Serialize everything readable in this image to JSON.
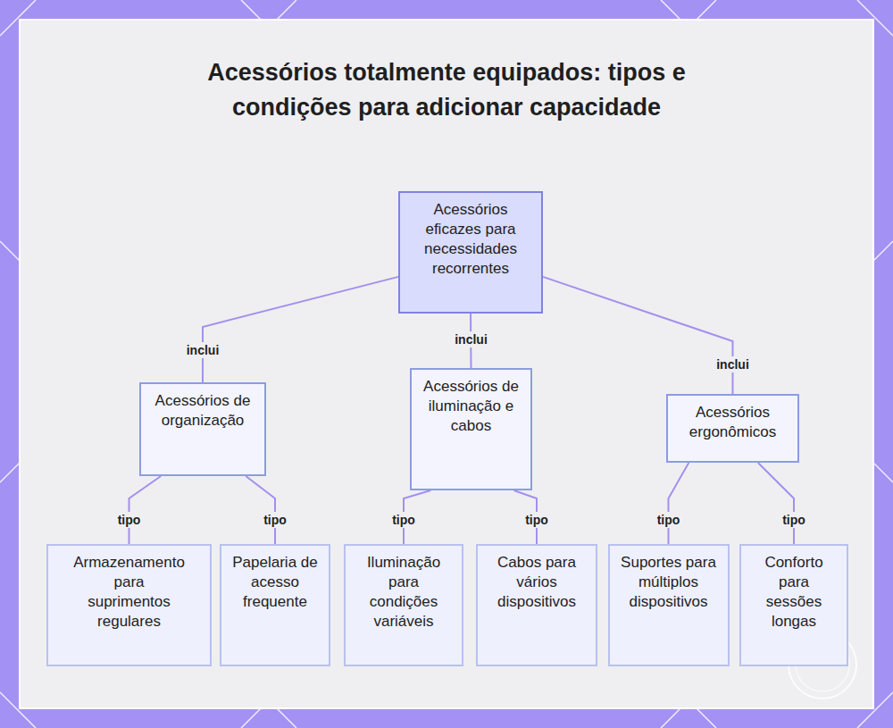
{
  "diagram": {
    "title": "Acessórios totalmente equipados: tipos e condições para adicionar capacidade",
    "nodes": [
      {
        "text": [
          "Acessórios eficazes para necessidades recorrentes"
        ]
      },
      {
        "text": [
          "Acessórios de organização"
        ]
      },
      {
        "text": [
          "Acessórios de iluminação e cabos"
        ]
      },
      {
        "text": [
          "Acessórios ergonômicos"
        ]
      },
      {
        "text": [
          "Armazenamento para suprimentos regulares"
        ]
      },
      {
        "text": [
          "Papelaria de acesso frequente"
        ]
      },
      {
        "text": [
          "Iluminação para condições variáveis"
        ]
      },
      {
        "text": [
          "Cabos para vários dispositivos"
        ]
      },
      {
        "text": [
          "Suportes para múltiplos dispositivos"
        ]
      },
      {
        "text": [
          "Conforto para sessões longas"
        ]
      }
    ],
    "edges": [
      {
        "from": 0,
        "to": 1,
        "arrow": "none",
        "label": "inclui"
      },
      {
        "from": 0,
        "to": 2,
        "arrow": "none",
        "label": "inclui"
      },
      {
        "from": 0,
        "to": 3,
        "arrow": "none",
        "label": "inclui"
      },
      {
        "from": 1,
        "to": 4,
        "arrow": "none",
        "label": "tipo"
      },
      {
        "from": 1,
        "to": 5,
        "arrow": "none",
        "label": "tipo"
      },
      {
        "from": 2,
        "to": 6,
        "arrow": "none",
        "label": "tipo"
      },
      {
        "from": 2,
        "to": 7,
        "arrow": "none",
        "label": "tipo"
      },
      {
        "from": 3,
        "to": 8,
        "arrow": "none",
        "label": "tipo"
      },
      {
        "from": 3,
        "to": 9,
        "arrow": "none",
        "label": "tipo"
      }
    ]
  }
}
